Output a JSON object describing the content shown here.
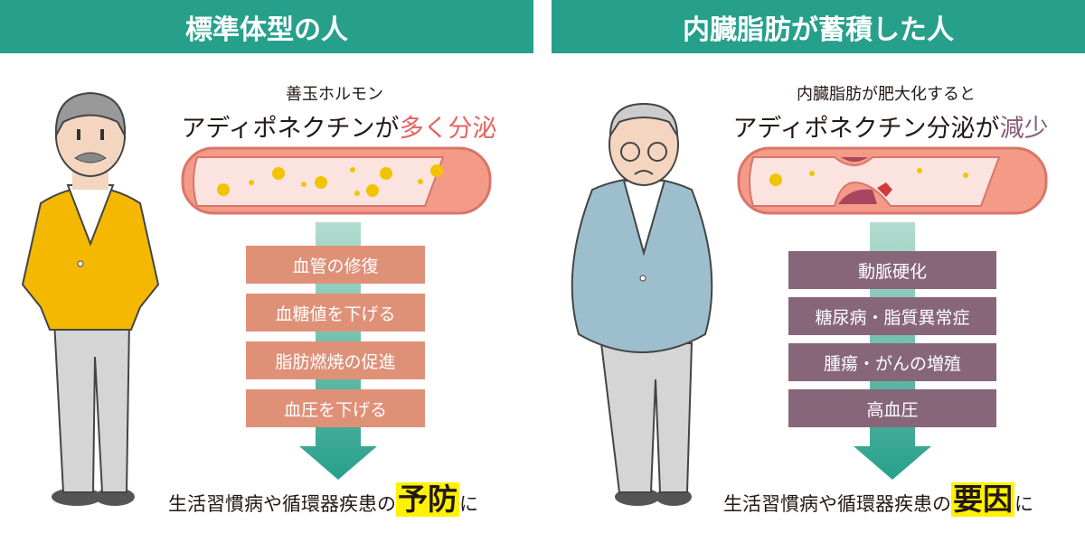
{
  "left": {
    "header": "標準体型の人",
    "subtitle": "善玉ホルモン",
    "headline_pre": "アディポネクチンが",
    "headline_emph": "多く分泌",
    "effects": [
      "血管の修復",
      "血糖値を下げる",
      "脂肪燃焼の促進",
      "血圧を下げる"
    ],
    "conclusion_pre": "生活習慣病や循環器疾患の",
    "conclusion_emph": "予防",
    "conclusion_post": "に"
  },
  "right": {
    "header": "内臓脂肪が蓄積した人",
    "subtitle": "内臓脂肪が肥大化すると",
    "headline_pre": "アディポネクチン分泌が",
    "headline_emph": "減少",
    "effects": [
      "動脈硬化",
      "糖尿病・脂質異常症",
      "腫瘍・がんの増殖",
      "高血圧"
    ],
    "conclusion_pre": "生活習慣病や循環器疾患の",
    "conclusion_emph": "要因",
    "conclusion_post": "に"
  },
  "colors": {
    "header": "#26a08b",
    "good": "#df9178",
    "bad": "#87667a",
    "highlight": "#fff200"
  }
}
